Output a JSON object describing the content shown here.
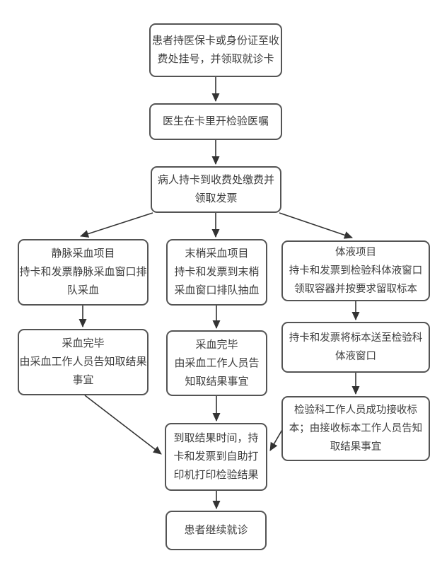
{
  "diagram": {
    "description_colors": {
      "background": "#ffffff",
      "box_border": "#545454",
      "arrow": "#333333",
      "text": "#3d3d3d"
    },
    "nodes": {
      "register": {
        "lines": [
          "患者持医保卡或身份证至收",
          "费处挂号，并领取就诊卡"
        ]
      },
      "doctorOrder": {
        "lines": [
          "医生在卡里开检验医嘱"
        ]
      },
      "pay": {
        "lines": [
          "病人持卡到收费处缴费并",
          "领取发票"
        ]
      },
      "venous1": {
        "lines": [
          "静脉采血项目",
          "持卡和发票静脉采血窗口排",
          "队采血"
        ]
      },
      "peripheral1": {
        "lines": [
          "末梢采血项目",
          "持卡和发票到末梢",
          "采血窗口排队抽血"
        ]
      },
      "fluid1": {
        "lines": [
          "体液项目",
          "持卡和发票到检验科体液窗口",
          "领取容器并按要求留取标本"
        ]
      },
      "venous2": {
        "lines": [
          "采血完毕",
          "由采血工作人员告知取结果",
          "事宜"
        ]
      },
      "peripheral2": {
        "lines": [
          "采血完毕",
          "由采血工作人员告",
          "知取结果事宜"
        ]
      },
      "fluid2": {
        "lines": [
          "持卡和发票将标本送至检验科",
          "体液窗口"
        ]
      },
      "fluid3": {
        "lines": [
          "检验科工作人员成功接收标",
          "本；由接收标本工作人员告知",
          "取结果事宜"
        ]
      },
      "printResults": {
        "lines": [
          "到取结果时间，持",
          "卡和发票到自助打",
          "印机打印检验结果"
        ]
      },
      "continueVisit": {
        "lines": [
          "患者继续就诊"
        ]
      }
    },
    "edges": [
      {
        "from": "register",
        "to": "doctorOrder"
      },
      {
        "from": "doctorOrder",
        "to": "pay"
      },
      {
        "from": "pay",
        "to": "venous1"
      },
      {
        "from": "pay",
        "to": "peripheral1"
      },
      {
        "from": "pay",
        "to": "fluid1"
      },
      {
        "from": "venous1",
        "to": "venous2"
      },
      {
        "from": "peripheral1",
        "to": "peripheral2"
      },
      {
        "from": "fluid1",
        "to": "fluid2"
      },
      {
        "from": "fluid2",
        "to": "fluid3"
      },
      {
        "from": "venous2",
        "to": "printResults"
      },
      {
        "from": "peripheral2",
        "to": "printResults"
      },
      {
        "from": "fluid3",
        "to": "printResults"
      },
      {
        "from": "printResults",
        "to": "continueVisit"
      }
    ]
  }
}
